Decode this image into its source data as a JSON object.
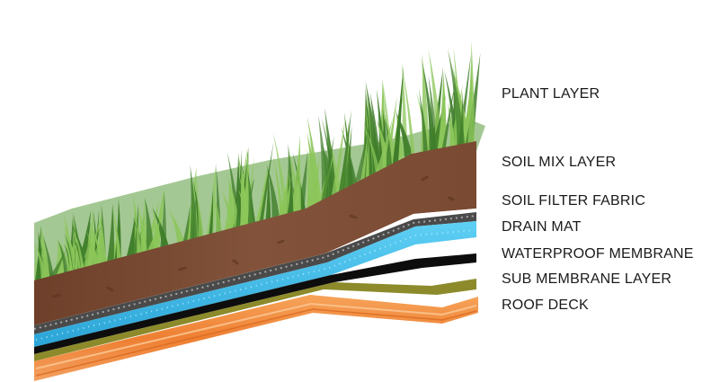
{
  "labels": {
    "plant": "PLANT LAYER",
    "soil_mix": "SOIL MIX LAYER",
    "soil_filter": "SOIL FILTER FABRIC",
    "drain_mat": "DRAIN MAT",
    "waterproof": "WATERPROOF MEMBRANE",
    "sub_membrane": "SUB MEMBRANE LAYER",
    "roof_deck": "ROOF DECK"
  },
  "colors": {
    "grass_dark": "#3f7d2a",
    "grass_light": "#8cc65a",
    "soil": "#7a4a32",
    "filter_fabric": "#4d4d4d",
    "drain_mat": "#35b6e3",
    "waterproof": "#0d0d0d",
    "sub_membrane": "#8c8a2a",
    "roof_deck": "#f08a3e"
  }
}
